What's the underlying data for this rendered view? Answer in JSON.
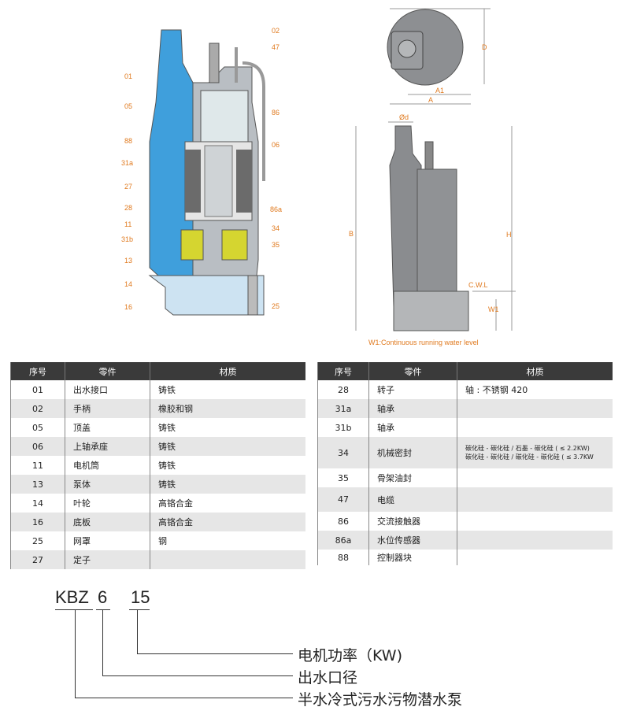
{
  "section_view": {
    "callouts": [
      "01",
      "02",
      "47",
      "05",
      "86",
      "88",
      "06",
      "31a",
      "27",
      "86a",
      "28",
      "11",
      "34",
      "31b",
      "35",
      "13",
      "14",
      "16",
      "25"
    ]
  },
  "dimension_view": {
    "labels": {
      "D": "D",
      "A1": "A1",
      "A": "A",
      "d": "Ød",
      "B": "B",
      "H": "H",
      "cwl": "C.W.L",
      "W1": "W1"
    },
    "note": "W1:Continuous running water level"
  },
  "table_left": {
    "headers": [
      "序号",
      "零件",
      "材质"
    ],
    "rows": [
      [
        "01",
        "出水接口",
        "铸铁"
      ],
      [
        "02",
        "手柄",
        "橡胶和钢"
      ],
      [
        "05",
        "顶盖",
        "铸铁"
      ],
      [
        "06",
        "上轴承座",
        "铸铁"
      ],
      [
        "11",
        "电机筒",
        "铸铁"
      ],
      [
        "13",
        "泵体",
        "铸铁"
      ],
      [
        "14",
        "叶轮",
        "高铬合金"
      ],
      [
        "16",
        "底板",
        "高铬合金"
      ],
      [
        "25",
        "网罩",
        "钢"
      ],
      [
        "27",
        "定子",
        ""
      ]
    ]
  },
  "table_right": {
    "headers": [
      "序号",
      "零件",
      "材质"
    ],
    "rows": [
      [
        "28",
        "转子",
        "轴 : 不锈钢 420"
      ],
      [
        "31a",
        "轴承",
        ""
      ],
      [
        "31b",
        "轴承",
        ""
      ],
      [
        "34",
        "机械密封",
        "碳化硅 - 碳化硅 / 石墨 - 碳化硅 ( ≤ 2.2KW)\n碳化硅 - 碳化硅 / 碳化硅 - 碳化硅 ( ≤ 3.7KW"
      ],
      [
        "35",
        "骨架油封",
        ""
      ],
      [
        "47",
        "电缆",
        ""
      ],
      [
        "86",
        "交流接触器",
        ""
      ],
      [
        "86a",
        "水位传感器",
        ""
      ],
      [
        "88",
        "控制器块",
        ""
      ]
    ]
  },
  "model_code": {
    "parts": [
      "KBZ",
      "6",
      "15"
    ],
    "legend": [
      "电机功率（KW)",
      "出水口径",
      "半水冷式污水污物潜水泵"
    ]
  },
  "colors": {
    "accent": "#e07a1f",
    "water": "#4aa3df",
    "header": "#3a3a3a"
  }
}
